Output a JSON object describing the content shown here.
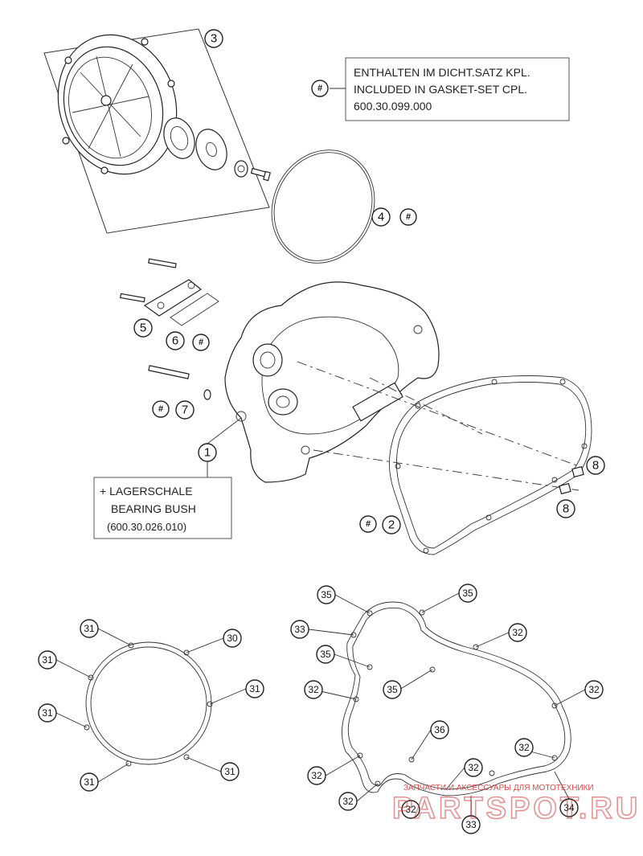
{
  "callouts": {
    "c3": "3",
    "c4": "4",
    "c5": "5",
    "c6": "6",
    "c7": "7",
    "c1": "1",
    "c8a": "8",
    "c8b": "8",
    "c2": "2",
    "hash": "#",
    "g30": "30",
    "g31": "31",
    "g32": "32",
    "g33": "33",
    "g34": "34",
    "g35": "35",
    "g36": "36"
  },
  "gasket_note": {
    "line1": "ENTHALTEN IM DICHT.SATZ KPL.",
    "line2": "INCLUDED IN GASKET-SET CPL.",
    "line3": "600.30.099.000"
  },
  "bush_note": {
    "line1": "+ LAGERSCHALE",
    "line2": "BEARING BUSH",
    "line3": "(600.30.026.010)"
  },
  "watermark": {
    "tagline": "ЗАПЧАСТИ И АКСЕССУАРЫ ДЛЯ МОТОТЕХНИКИ",
    "brand": "PARTSPOT.RU"
  }
}
